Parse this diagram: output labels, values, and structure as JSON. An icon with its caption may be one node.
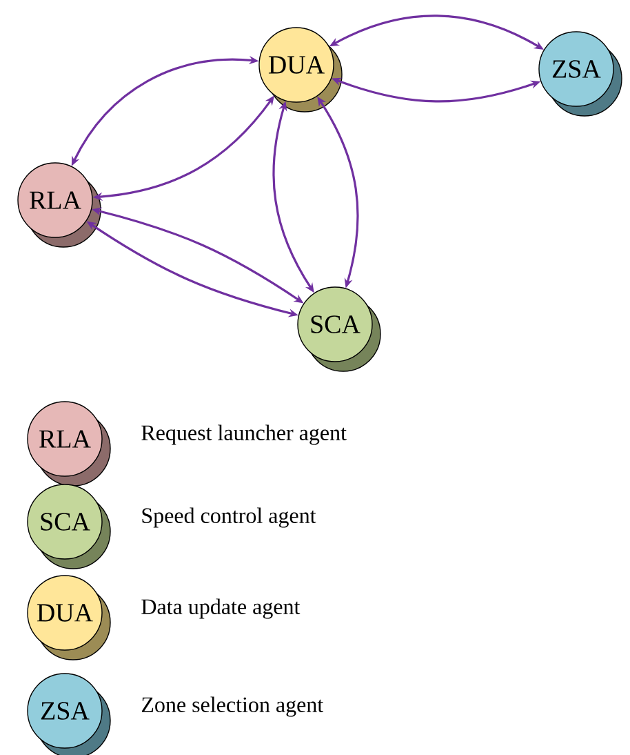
{
  "diagram": {
    "nodes": [
      {
        "text": [
          "DUA"
        ]
      },
      {
        "text": [
          "ZSA"
        ]
      },
      {
        "text": [
          "RLA"
        ]
      },
      {
        "text": [
          "SCA"
        ]
      },
      {
        "text": [
          "RLA"
        ],
        "beside": [
          "Request launcher agent"
        ]
      },
      {
        "text": [
          "SCA"
        ],
        "beside": [
          "Speed control agent"
        ]
      },
      {
        "text": [
          "DUA"
        ],
        "beside": [
          "Data update agent"
        ]
      },
      {
        "text": [
          "ZSA"
        ],
        "beside": [
          "Zone selection agent"
        ]
      }
    ],
    "edges": [
      {
        "from": 0,
        "to": 1,
        "arrow": "both"
      },
      {
        "from": 0,
        "to": 1,
        "arrow": "both"
      },
      {
        "from": 0,
        "to": 2,
        "arrow": "both"
      },
      {
        "from": 2,
        "to": 0,
        "arrow": "both"
      },
      {
        "from": 0,
        "to": 3,
        "arrow": "both"
      },
      {
        "from": 0,
        "to": 3,
        "arrow": "both"
      },
      {
        "from": 2,
        "to": 3,
        "arrow": "both"
      },
      {
        "from": 2,
        "to": 3,
        "arrow": "both"
      }
    ]
  }
}
